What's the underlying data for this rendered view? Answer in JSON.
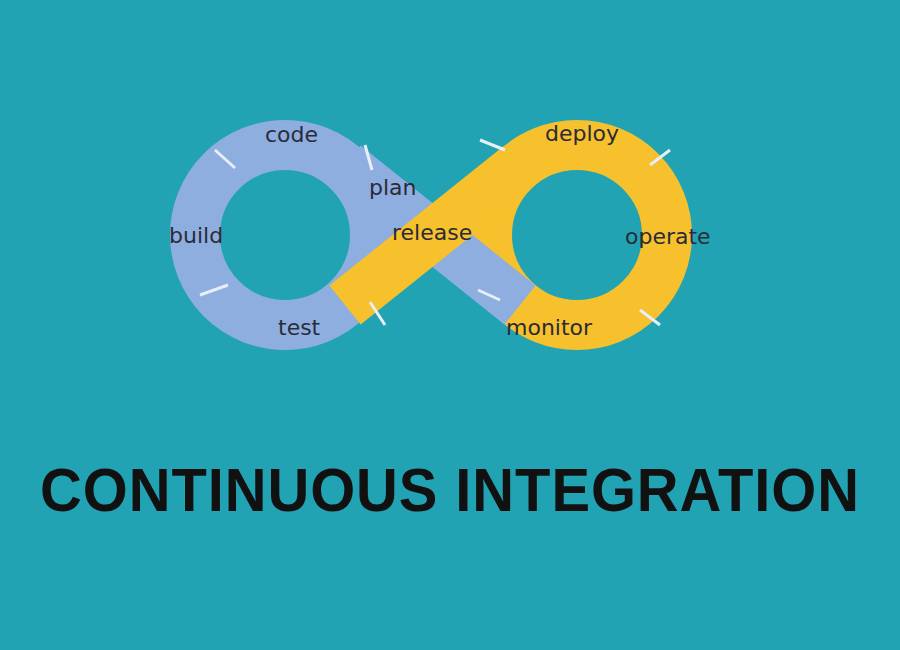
{
  "diagram": {
    "title": "CONTINUOUS INTEGRATION",
    "labels": [
      "code",
      "plan",
      "build",
      "release",
      "deploy",
      "operate",
      "test",
      "monitor"
    ]
  }
}
